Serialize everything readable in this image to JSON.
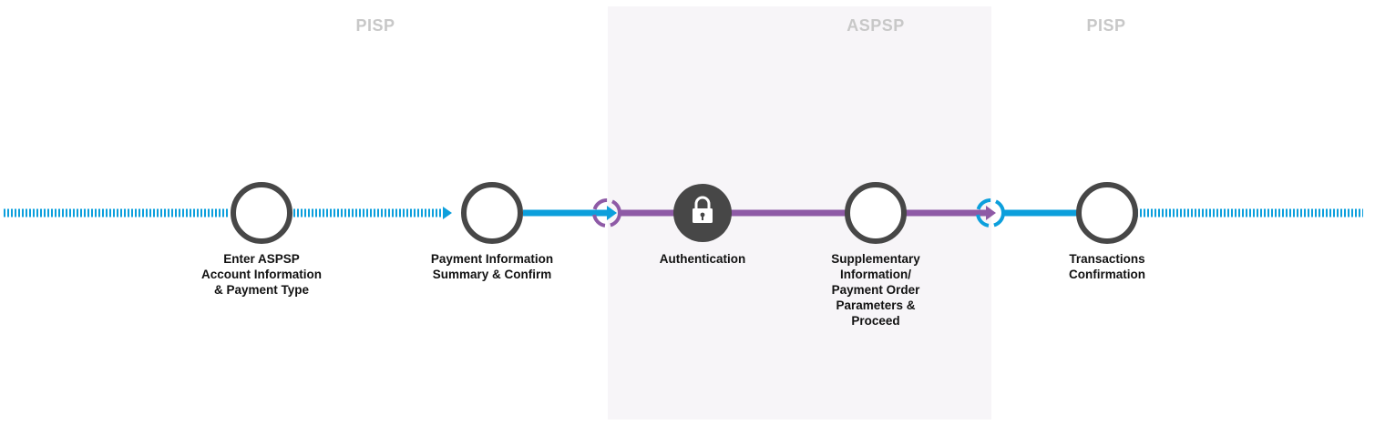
{
  "zones": [
    {
      "label": "PISP"
    },
    {
      "label": "ASPSP"
    },
    {
      "label": "PISP"
    }
  ],
  "steps": [
    {
      "label": "Enter ASPSP\nAccount Information\n& Payment Type",
      "icon": "circle-node-icon"
    },
    {
      "label": "Payment Information\nSummary & Confirm",
      "icon": "circle-node-icon"
    },
    {
      "label": "Authentication",
      "icon": "padlock-icon"
    },
    {
      "label": "Supplementary\nInformation/\nPayment Order\nParameters &\nProceed",
      "icon": "circle-node-icon"
    },
    {
      "label": "Transactions\nConfirmation",
      "icon": "circle-node-icon"
    }
  ],
  "colors": {
    "blue": "#0c9fdc",
    "purple": "#8e5aa6",
    "node_ring": "#474747",
    "zone_label": "#c8c8c8",
    "aspsp_background": "#f7f5f8"
  }
}
